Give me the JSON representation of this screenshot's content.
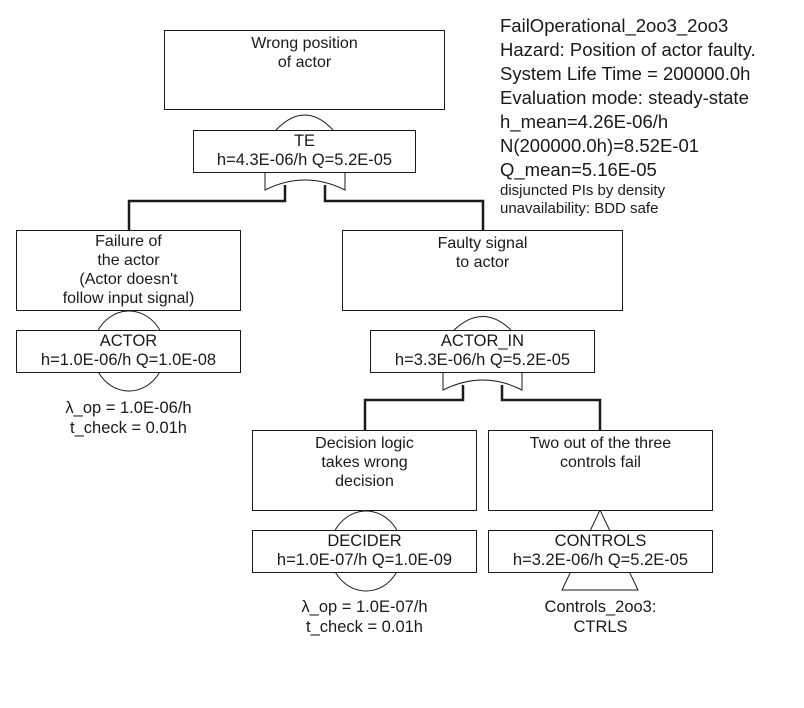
{
  "info": {
    "title": "FailOperational_2oo3_2oo3",
    "hazard": "Hazard: Position of actor faulty.",
    "life_time": "System Life Time = 200000.0h",
    "eval_mode": "Evaluation mode: steady-state",
    "h_mean": "h_mean=4.26E-06/h",
    "n_value": "N(200000.0h)=8.52E-01",
    "q_mean": "Q_mean=5.16E-05",
    "note1": "disjuncted PIs by density",
    "note2": "unavailability: BDD safe"
  },
  "nodes": {
    "top": {
      "description": "Wrong position\nof actor",
      "id": "TE",
      "values": "h=4.3E-06/h Q=5.2E-05",
      "gate": "OR"
    },
    "actor": {
      "description": "Failure of\nthe actor\n(Actor doesn't\nfollow input signal)",
      "id": "ACTOR",
      "values": "h=1.0E-06/h Q=1.0E-08",
      "type": "basic-event",
      "params": "λ_op = 1.0E-06/h\nt_check = 0.01h"
    },
    "actor_in": {
      "description": "Faulty signal\nto actor",
      "id": "ACTOR_IN",
      "values": "h=3.3E-06/h Q=5.2E-05",
      "gate": "OR"
    },
    "decider": {
      "description": "Decision logic\ntakes wrong\ndecision",
      "id": "DECIDER",
      "values": "h=1.0E-07/h Q=1.0E-09",
      "type": "basic-event",
      "params": "λ_op = 1.0E-07/h\nt_check = 0.01h"
    },
    "controls": {
      "description": "Two out of the three\ncontrols fail",
      "id": "CONTROLS",
      "values": "h=3.2E-06/h Q=5.2E-05",
      "type": "transfer",
      "params": "Controls_2oo3:\nCTRLS"
    }
  }
}
